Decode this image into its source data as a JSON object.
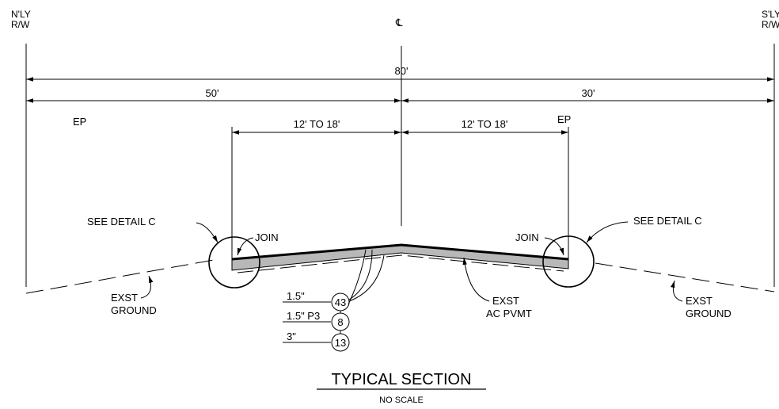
{
  "labels": {
    "nly_rw_line1": "N'LY",
    "nly_rw_line2": "R/W",
    "sly_rw_line1": "S'LY",
    "sly_rw_line2": "R/W",
    "centerline": "℄",
    "total_width": "80'",
    "left_width": "50'",
    "right_width": "30'",
    "ep_left": "EP",
    "ep_right": "EP",
    "lane_left": "12' TO 18'",
    "lane_right": "12' TO 18'",
    "detail_left": "SEE DETAIL C",
    "detail_right": "SEE DETAIL C",
    "join_left": "JOIN",
    "join_right": "JOIN",
    "exst_ground_left_1": "EXST",
    "exst_ground_left_2": "GROUND",
    "exst_ground_right_1": "EXST",
    "exst_ground_right_2": "GROUND",
    "exst_ac_1": "EXST",
    "exst_ac_2": "AC PVMT"
  },
  "layers": [
    {
      "thickness": "1.5\"",
      "code": "43"
    },
    {
      "thickness": "1.5\" P3",
      "code": "8"
    },
    {
      "thickness": "3\"",
      "code": "13"
    }
  ],
  "title": {
    "main": "TYPICAL SECTION",
    "sub": "NO SCALE"
  },
  "colors": {
    "line": "#000000",
    "pavement_fill": "#b8b8b8",
    "background": "#ffffff"
  }
}
